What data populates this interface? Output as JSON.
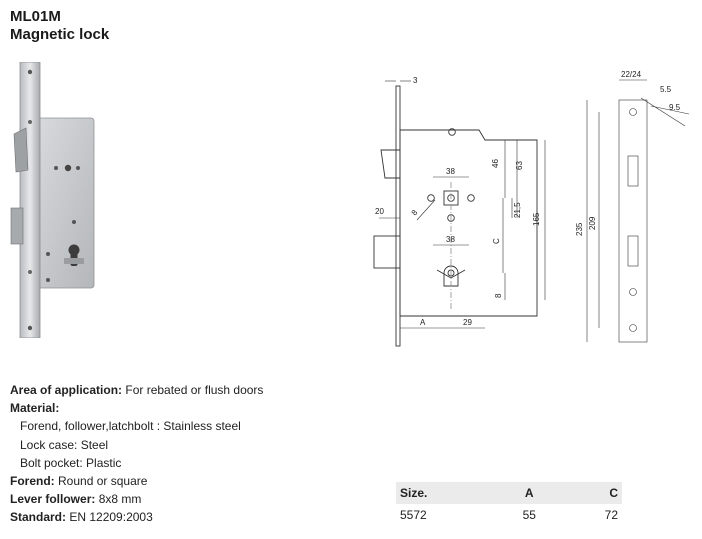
{
  "header": {
    "model": "ML01M",
    "name": "Magnetic lock"
  },
  "drawing": {
    "dims": {
      "d3": "3",
      "d22_24": "22/24",
      "d5_5": "5.5",
      "d9_5": "9.5",
      "d46": "46",
      "d63": "63",
      "d38a": "38",
      "d38b": "38",
      "d8a": "8",
      "d20": "20",
      "d21_5": "21,5",
      "dC": "C",
      "d165": "165",
      "d235": "235",
      "d209": "209",
      "d8b": "8",
      "dA": "A",
      "d29": "29"
    }
  },
  "specs": {
    "area_label": "Area of application:",
    "area_value": "For rebated or flush doors",
    "material_label": "Material:",
    "forend_follower_label": "Forend, follower,latchbolt :",
    "forend_follower_value": "Stainless steel",
    "lock_case_label": "Lock case:",
    "lock_case_value": "Steel",
    "bolt_pocket_label": "Bolt pocket:",
    "bolt_pocket_value": "Plastic",
    "forend_label": "Forend:",
    "forend_value": "Round or square",
    "lever_label": "Lever follower:",
    "lever_value": "8x8 mm",
    "standard_label": "Standard:",
    "standard_value": "EN 12209:2003"
  },
  "size_table": {
    "headers": [
      "Size.",
      "A",
      "C"
    ],
    "rows": [
      [
        "5572",
        "55",
        "72"
      ]
    ]
  }
}
